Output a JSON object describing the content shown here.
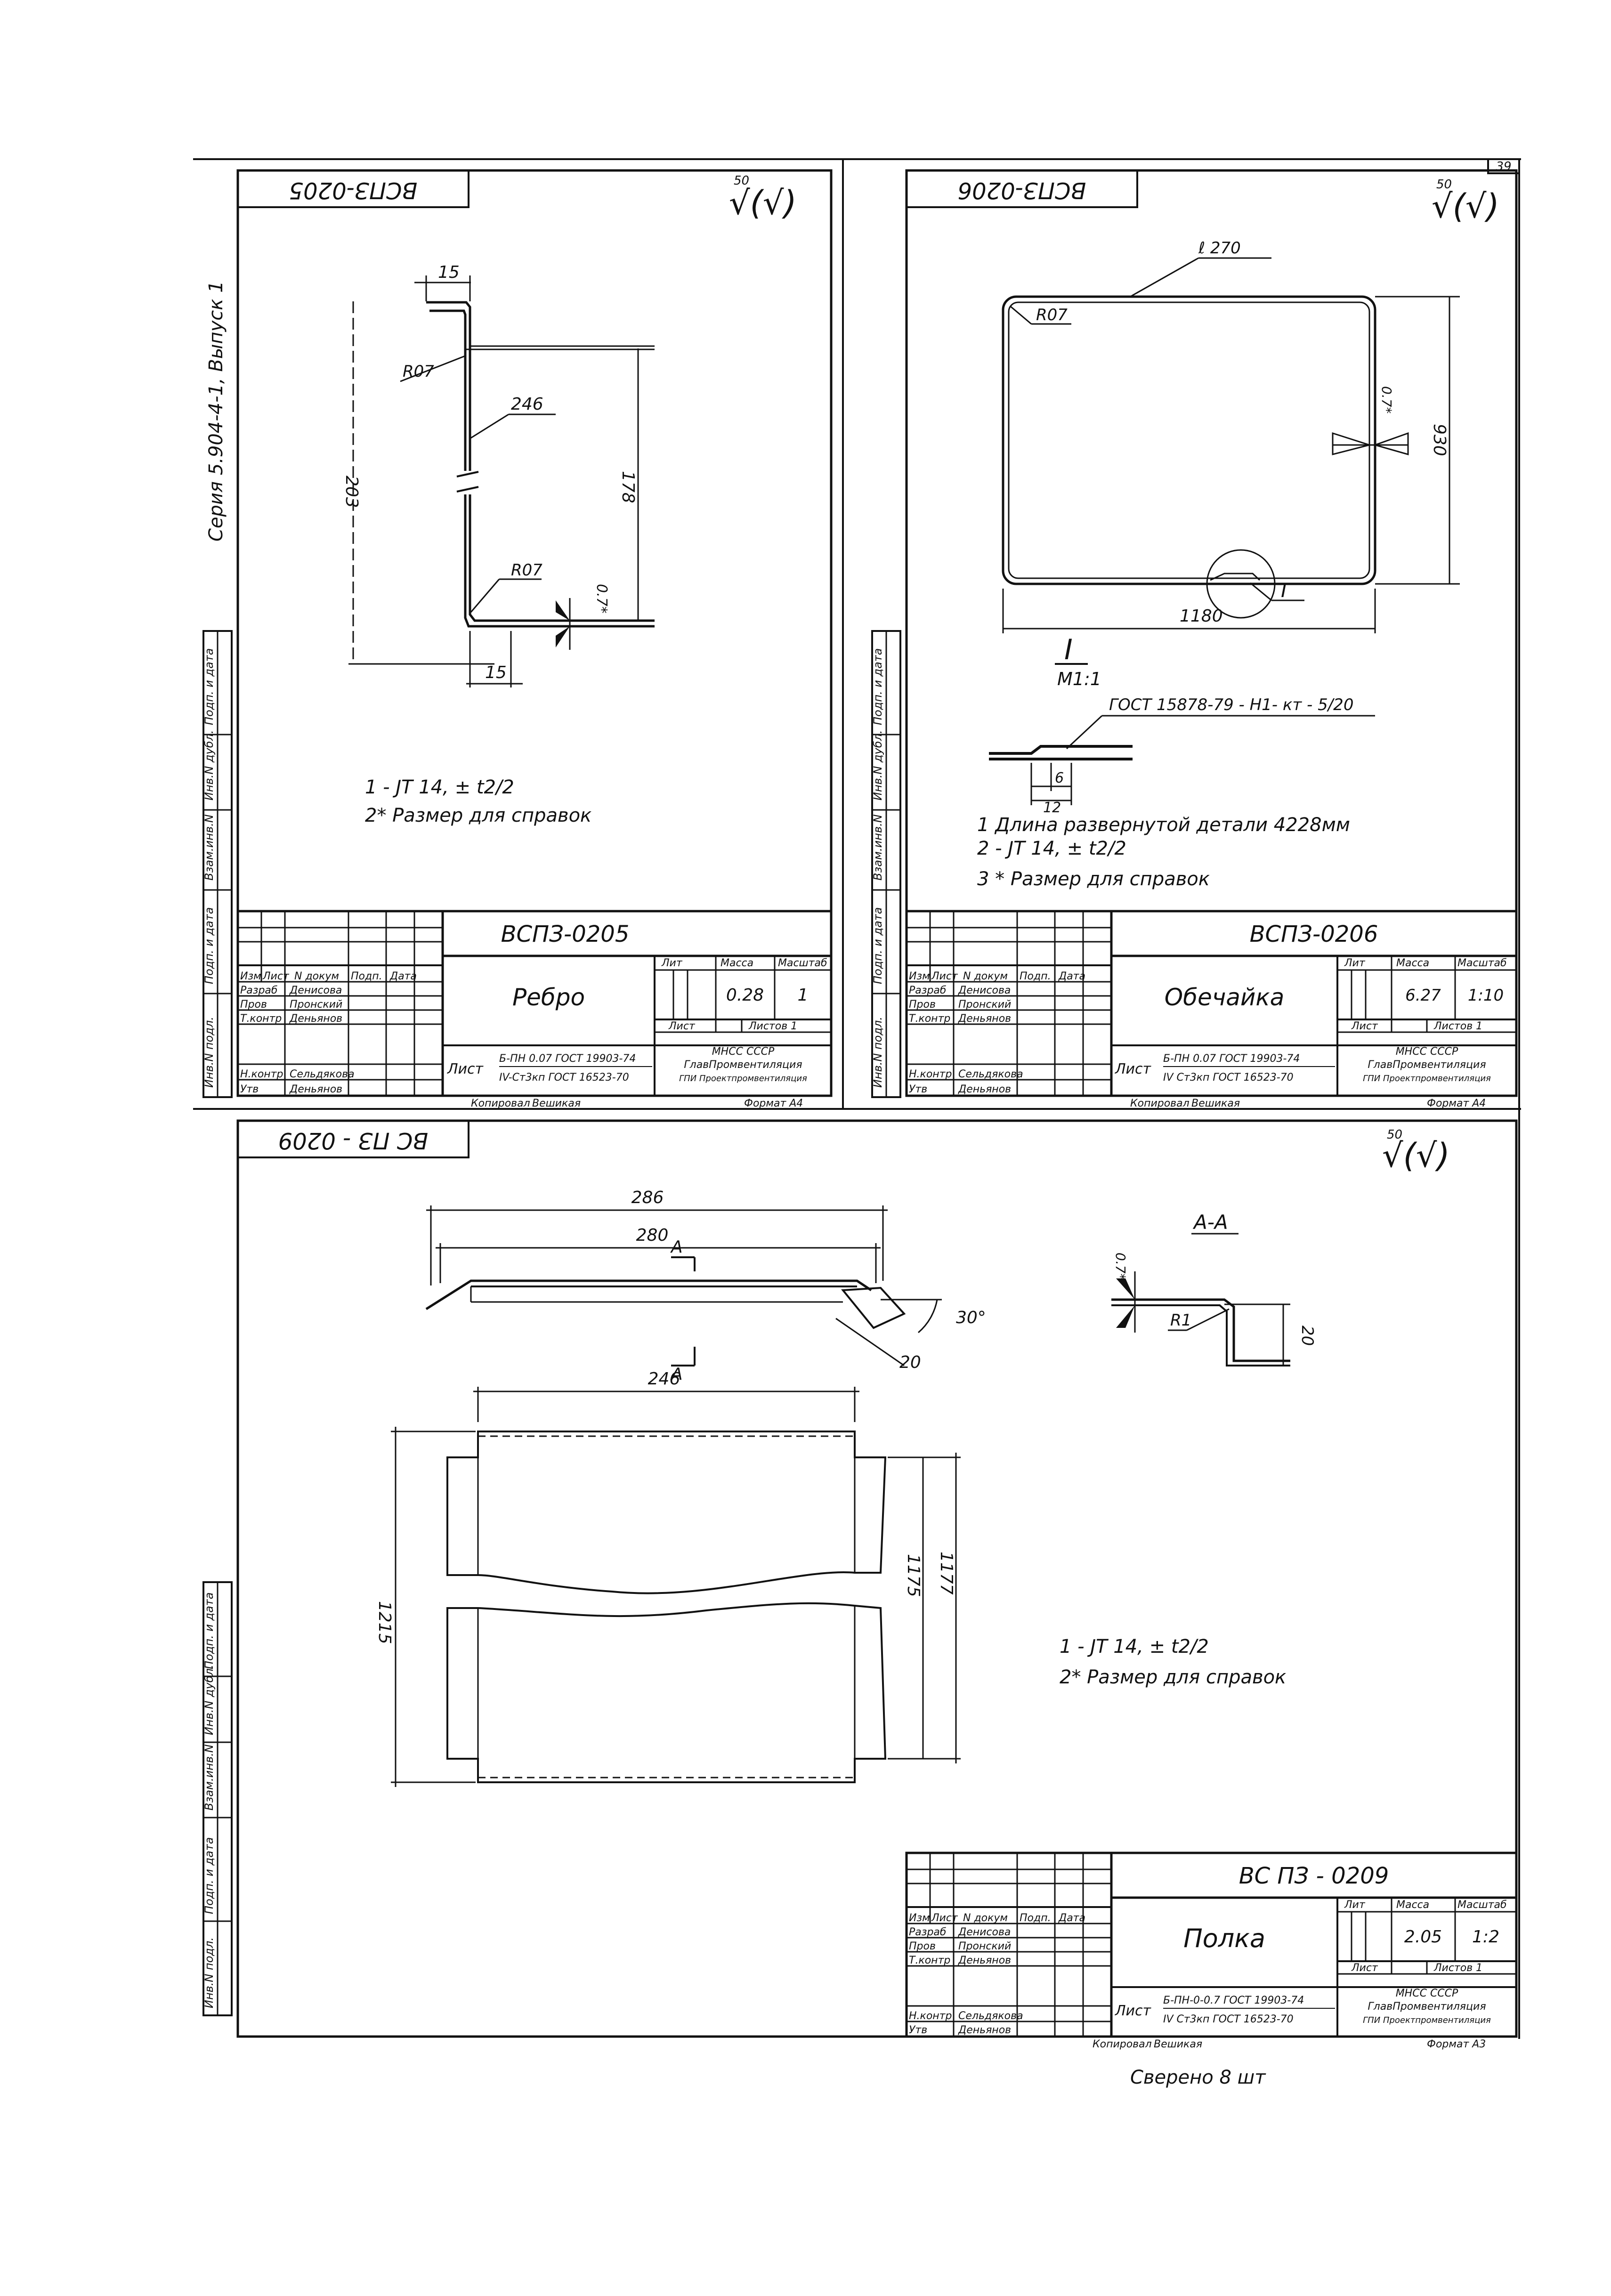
{
  "page_number": "39",
  "side_label": "Серия 5.904-4-1, Выпуск 1",
  "stamp_side_labels": [
    "Инв.N подл.",
    "Подп. и дата",
    "Взам.инв.N",
    "Инв.N дубл.",
    "Подп. и дата"
  ],
  "copy_footer": {
    "copied": "Копировал",
    "copier": "Вешикая",
    "format_a4": "Формат А4",
    "format_a3": "Формат А3"
  },
  "bottom_note": "Сверено 8 шт",
  "roughness": {
    "value": "50",
    "symbol": "√(√)"
  },
  "title_block_headers": {
    "izm": "Изм",
    "list": "Лист",
    "n_dok": "N докум",
    "podp": "Подп.",
    "data": "Дата",
    "lit": "Лит",
    "massa": "Масса",
    "masshtab": "Масштаб",
    "sheet": "Лист",
    "sheets": "Листов 1",
    "role_razrab": "Разраб",
    "role_prov": "Пров",
    "role_tkontr": "Т.контр",
    "role_nkontr": "Н.контр",
    "role_utv": "Утв",
    "name_razrab": "Денисова",
    "name_prov": "Пронский",
    "name_tkontr": "Деньянов",
    "name_nkontr": "Сельдякова",
    "name_utv": "Деньянов",
    "org1": "МНСС СССР",
    "org2": "ГлавПромвентиляция",
    "org3": "ГПИ Проектпромвентиляция",
    "material_label": "Лист"
  },
  "drawings": {
    "rebro": {
      "code": "ВСПЗ-0205",
      "title": "Ребро",
      "mass": "0.28",
      "scale": "1",
      "material1": "Б-ПН 0.07 ГОСТ 19903-74",
      "material2": "IV-Ст3кп ГОСТ 16523-70",
      "dims": {
        "flange_top": "15",
        "flange_bottom": "15",
        "height_total": "203",
        "height_inner": "178",
        "radius_top": "R07",
        "radius_bottom": "R07",
        "thickness": "0.7*",
        "dev_length": "246"
      },
      "notes": [
        "1 - JT 14,  ± t2/2",
        "2* Размер для справок"
      ]
    },
    "obechaika": {
      "code": "ВСПЗ-0206",
      "title": "Обечайка",
      "mass": "6.27",
      "scale": "1:10",
      "material1": "Б-ПН 0.07 ГОСТ 19903-74",
      "material2": "IV Ст3кп ГОСТ 16523-70",
      "dims": {
        "perimeter": "ℓ 270",
        "radius": "R07",
        "thickness": "0.7*",
        "height": "930",
        "width": "1180",
        "detail_mark": "I"
      },
      "detail": {
        "label": "I",
        "scale": "M1:1",
        "gost": "ГОСТ 15878-79 - Н1- кт - 5/20",
        "dim_a": "6",
        "dim_b": "12"
      },
      "notes": [
        "1 Длина развернутой детали 4228мм",
        "2 - JT 14,  ± t2/2",
        "3 * Размер для справок"
      ]
    },
    "polka": {
      "code": "ВС ПЗ - 0209",
      "title": "Полка",
      "mass": "2.05",
      "scale": "1:2",
      "material1": "Б-ПН-0-0.7 ГОСТ 19903-74",
      "material2": "IV Ст3кп ГОСТ 16523-70",
      "dims": {
        "top_outer": "286",
        "top_inner": "280",
        "plan_width": "246",
        "height_outer": "1215",
        "height_mid": "1177",
        "height_inner": "1175",
        "flange": "20",
        "angle": "30°",
        "radius": "R1",
        "thickness": "0.7*",
        "section_height": "20"
      },
      "section": {
        "label": "А-А",
        "cut_mark": "А"
      },
      "notes": [
        "1 - JT 14,  ± t2/2",
        "2* Размер для справок"
      ]
    }
  }
}
